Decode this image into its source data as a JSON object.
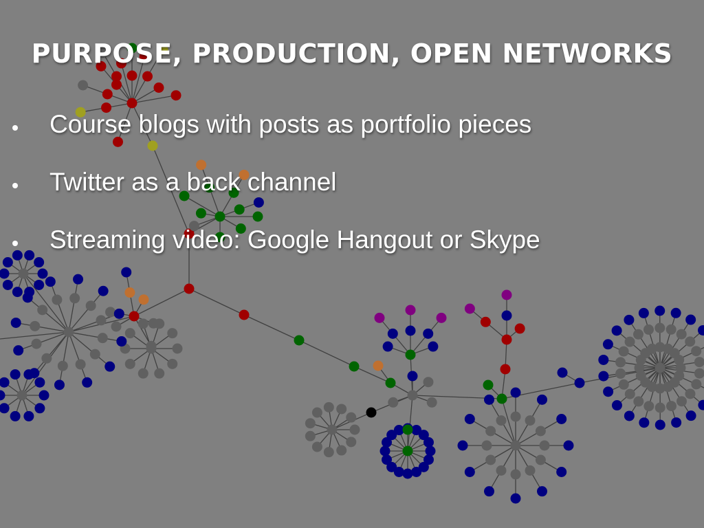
{
  "slide": {
    "title": "PURPOSE, PRODUCTION, OPEN NETWORKS",
    "bullets": [
      "Course blogs with posts as portfolio pieces",
      "Twitter as a back channel",
      "Streaming video: Google Hangout or Skype"
    ]
  },
  "colors": {
    "background": "#808080",
    "red": "#a00000",
    "green": "#006400",
    "navy": "#000080",
    "gray": "#606060",
    "yellow": "#a0a020",
    "orange": "#c07030",
    "purple": "#800080",
    "black": "#000000"
  }
}
